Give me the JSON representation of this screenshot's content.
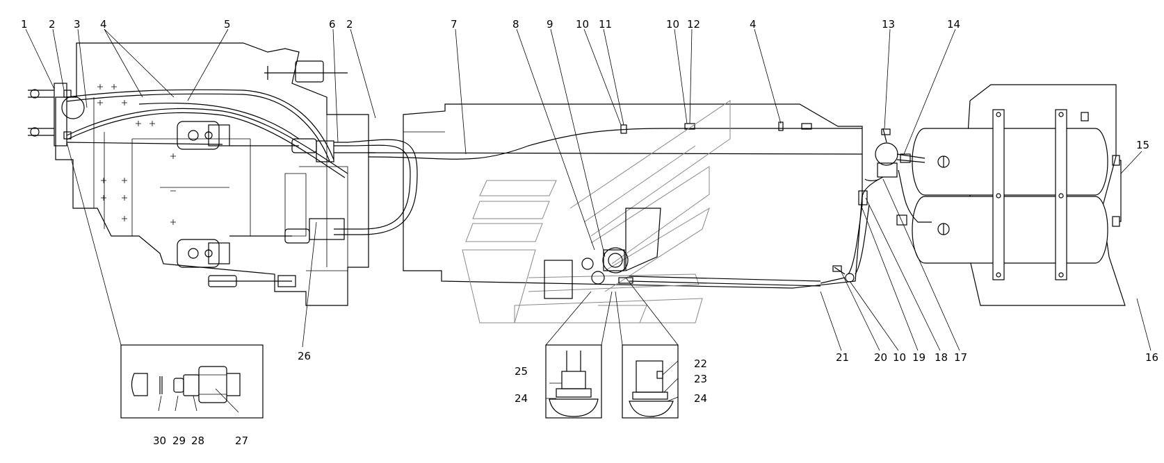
{
  "diagram": {
    "callouts": [
      {
        "id": "c1",
        "label": "1"
      },
      {
        "id": "c2a",
        "label": "2"
      },
      {
        "id": "c3",
        "label": "3"
      },
      {
        "id": "c4a",
        "label": "4"
      },
      {
        "id": "c5",
        "label": "5"
      },
      {
        "id": "c6",
        "label": "6"
      },
      {
        "id": "c2b",
        "label": "2"
      },
      {
        "id": "c7",
        "label": "7"
      },
      {
        "id": "c8",
        "label": "8"
      },
      {
        "id": "c9",
        "label": "9"
      },
      {
        "id": "c10a",
        "label": "10"
      },
      {
        "id": "c11",
        "label": "11"
      },
      {
        "id": "c10b",
        "label": "10"
      },
      {
        "id": "c12",
        "label": "12"
      },
      {
        "id": "c4b",
        "label": "4"
      },
      {
        "id": "c13",
        "label": "13"
      },
      {
        "id": "c14",
        "label": "14"
      },
      {
        "id": "c15",
        "label": "15"
      },
      {
        "id": "c16",
        "label": "16"
      },
      {
        "id": "c17",
        "label": "17"
      },
      {
        "id": "c18",
        "label": "18"
      },
      {
        "id": "c19",
        "label": "19"
      },
      {
        "id": "c10c",
        "label": "10"
      },
      {
        "id": "c20",
        "label": "20"
      },
      {
        "id": "c21",
        "label": "21"
      },
      {
        "id": "c26",
        "label": "26"
      },
      {
        "id": "c30",
        "label": "30"
      },
      {
        "id": "c29",
        "label": "29"
      },
      {
        "id": "c28",
        "label": "28"
      },
      {
        "id": "c27",
        "label": "27"
      },
      {
        "id": "c25",
        "label": "25"
      },
      {
        "id": "c24a",
        "label": "24"
      },
      {
        "id": "c22",
        "label": "22"
      },
      {
        "id": "c23",
        "label": "23"
      },
      {
        "id": "c24b",
        "label": "24"
      }
    ]
  }
}
